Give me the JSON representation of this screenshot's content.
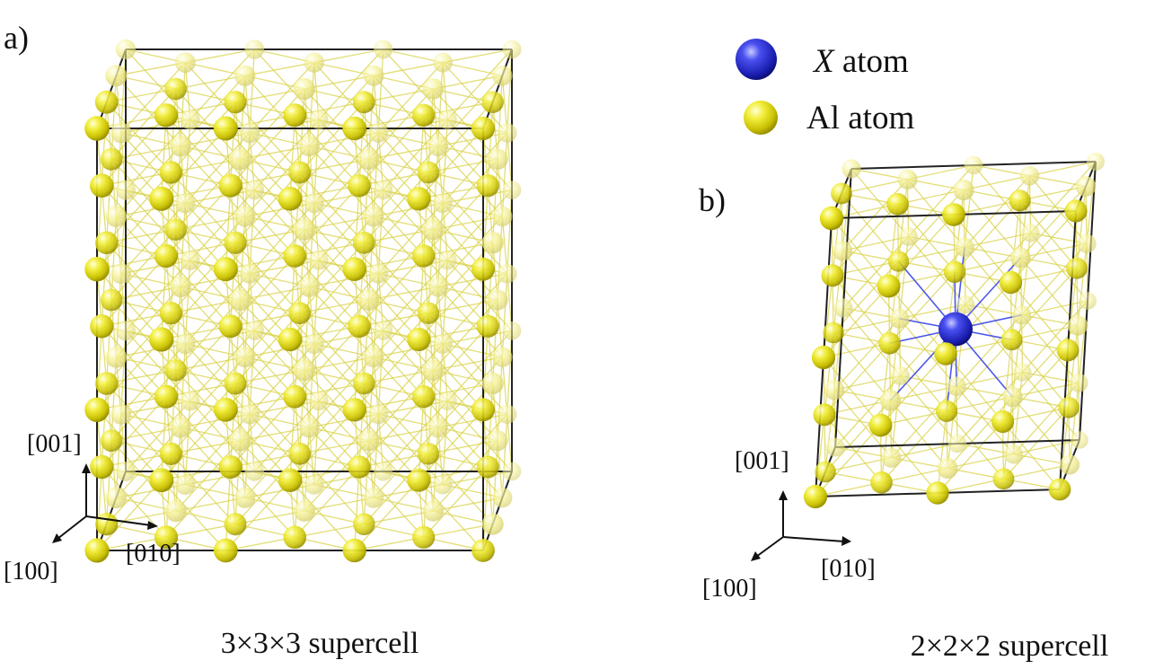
{
  "panels": [
    {
      "letter": "a)",
      "caption": "3×3×3 supercell",
      "axes": {
        "z": "[001]",
        "x": "[100]",
        "y": "[010]"
      }
    },
    {
      "letter": "b)",
      "caption": "2×2×2 supercell",
      "axes": {
        "z": "[001]",
        "x": "[100]",
        "y": "[010]"
      }
    }
  ],
  "legend": {
    "x_symbol": "X",
    "x_suffix": " atom",
    "al_label": "Al atom"
  },
  "colors": {
    "x_atom": "#2b2fd6",
    "al_atom": "#e6e21a",
    "bond": "#d9d34a",
    "cell_edge": "#222222",
    "x_bond": "#3a46e8"
  }
}
